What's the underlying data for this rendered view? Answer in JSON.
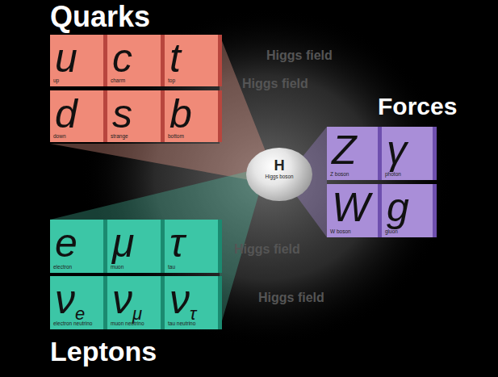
{
  "diagram": {
    "nodes": [
      {
        "text": [
          "u",
          "up"
        ]
      },
      {
        "text": [
          "c",
          "charm"
        ]
      },
      {
        "text": [
          "t",
          "top"
        ]
      },
      {
        "text": [
          "d",
          "down"
        ]
      },
      {
        "text": [
          "s",
          "strange"
        ]
      },
      {
        "text": [
          "b",
          "bottom"
        ]
      },
      {
        "text": [
          "H",
          "Higgs boson"
        ]
      },
      {
        "text": [
          "Z",
          "Z boson"
        ]
      },
      {
        "text": [
          "γ",
          "photon"
        ]
      },
      {
        "text": [
          "W",
          "W boson"
        ]
      },
      {
        "text": [
          "g",
          "gluon"
        ]
      },
      {
        "text": [
          "e",
          "electron"
        ]
      },
      {
        "text": [
          "μ",
          "muon"
        ]
      },
      {
        "text": [
          "τ",
          "tau"
        ]
      },
      {
        "text": [
          "νe",
          "electron neutrino"
        ]
      },
      {
        "text": [
          "νμ",
          "muon neutrino"
        ]
      },
      {
        "text": [
          "ντ",
          "tau neutrino"
        ]
      }
    ],
    "labels": [
      "Quarks",
      "Forces",
      "Leptons",
      "Higgs field",
      "Higgs field",
      "Higgs field",
      "Higgs field"
    ]
  }
}
